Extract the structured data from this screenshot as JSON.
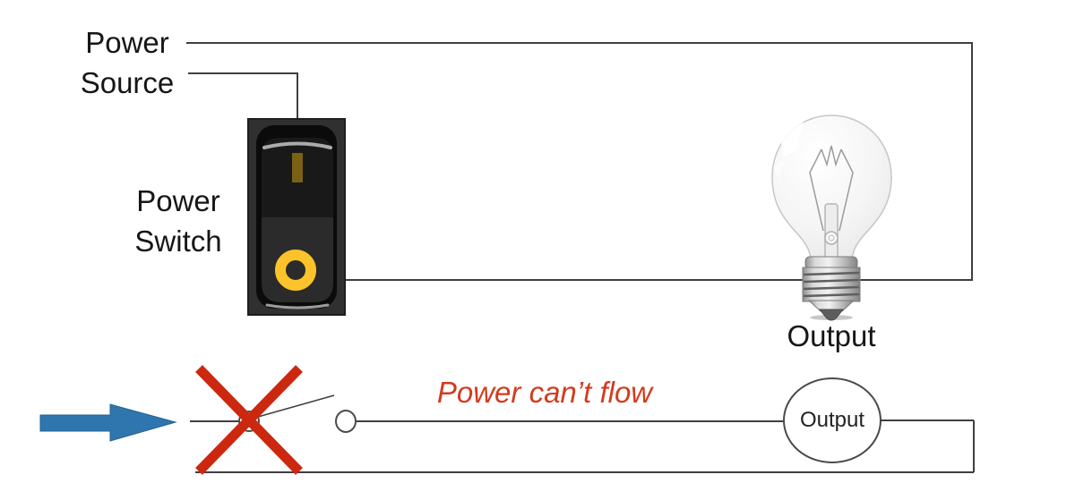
{
  "top_diagram": {
    "power_source_label": "Power\nSource",
    "power_switch_label": "Power\nSwitch",
    "output_label": "Output"
  },
  "bottom_diagram": {
    "annotation": "Power can’t flow",
    "output_node_label": "Output"
  },
  "colors": {
    "wire": "#3f3f3f",
    "arrow_blue": "#2e76ad",
    "cross_red": "#cc2810",
    "annotation_red": "#d43a1e",
    "switch_ring_yellow": "#fdc32a",
    "switch_bar_olive": "#7a6114",
    "label_text": "#161616"
  }
}
